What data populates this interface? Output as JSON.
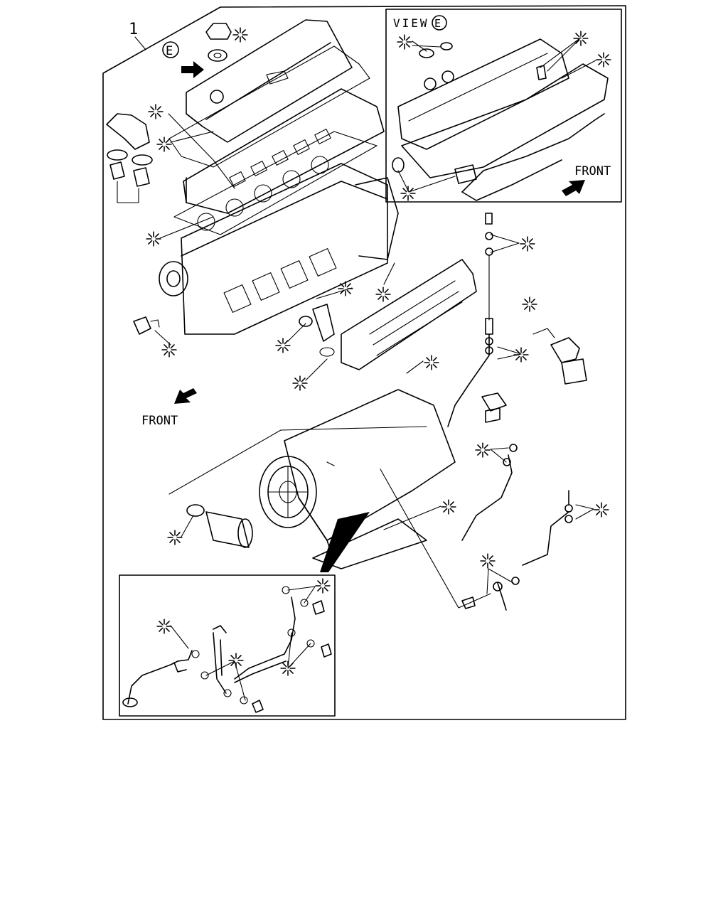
{
  "part_number": "1",
  "view_marker_letter": "E",
  "view_label": "VIEW",
  "front_label": "FRONT",
  "inset_front_label": "FRONT",
  "kit_symbol": "※"
}
